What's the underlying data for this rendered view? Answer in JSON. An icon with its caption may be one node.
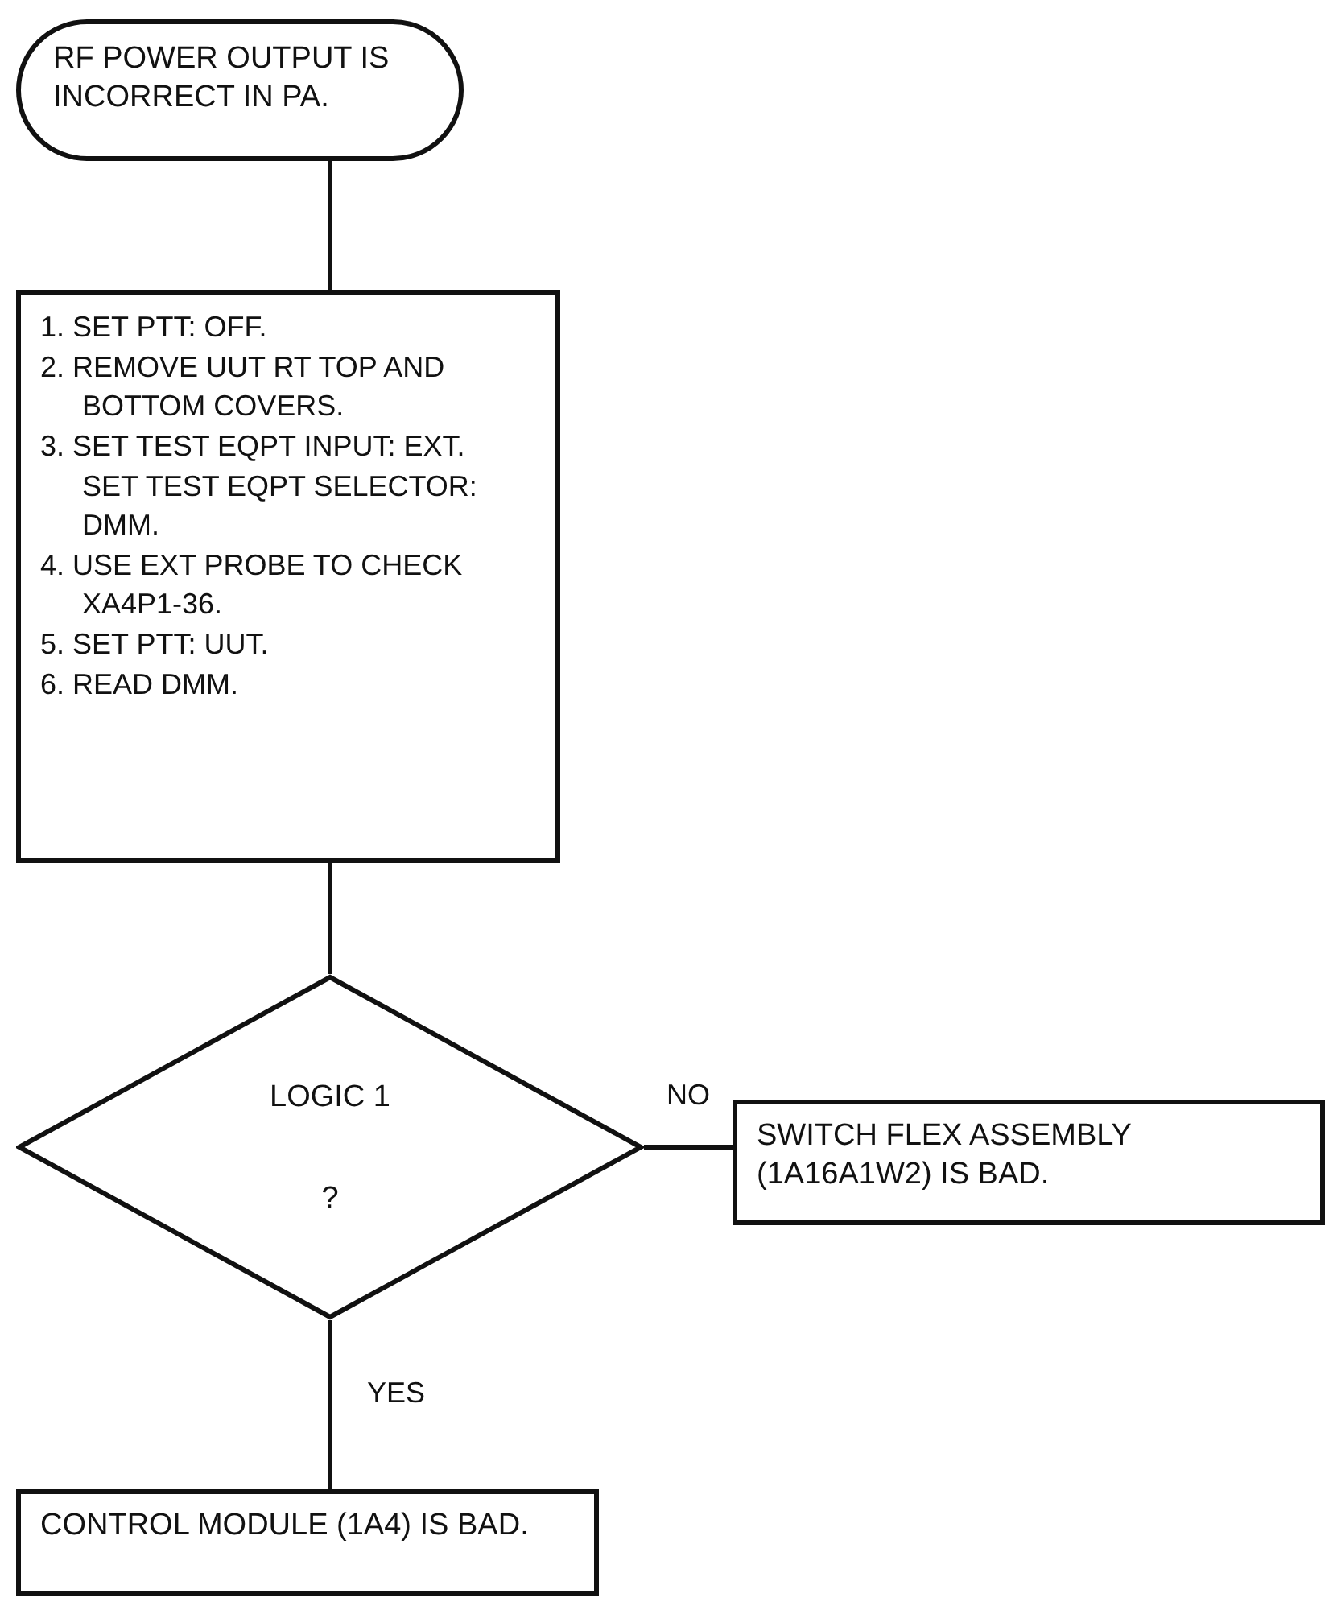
{
  "diagram": {
    "nodes": [
      {
        "text": [
          "RF POWER OUTPUT IS INCORRECT IN PA."
        ]
      },
      {
        "text": [
          "1. SET PTT: OFF.",
          "2. REMOVE UUT RT TOP AND BOTTOM COVERS.",
          "3. SET TEST EQPT INPUT: EXT.",
          "SET TEST EQPT SELECTOR: DMM.",
          "4. USE EXT PROBE TO CHECK XA4P1-36.",
          "5. SET PTT: UUT.",
          "6. READ DMM."
        ]
      },
      {
        "text": [
          "LOGIC 1",
          "?"
        ]
      },
      {
        "text": [
          "SWITCH FLEX ASSEMBLY (1A16A1W2) IS BAD."
        ]
      },
      {
        "text": [
          "CONTROL MODULE (1A4) IS BAD."
        ]
      }
    ],
    "edges": [
      {
        "from": 0,
        "to": 1,
        "arrow": "none"
      },
      {
        "from": 1,
        "to": 2,
        "arrow": "none"
      },
      {
        "from": 2,
        "to": 3,
        "arrow": "none",
        "label": "NO"
      },
      {
        "from": 2,
        "to": 4,
        "arrow": "none",
        "label": "YES"
      }
    ]
  }
}
